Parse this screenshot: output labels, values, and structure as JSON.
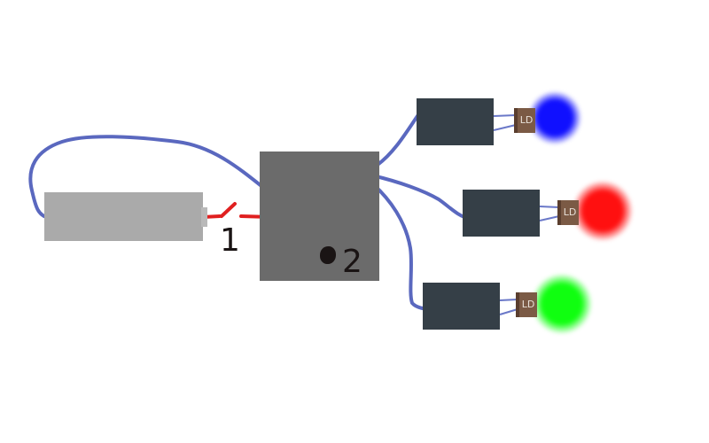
{
  "labels": {
    "switch": "1",
    "controller": "2",
    "led": "LD"
  },
  "colors": {
    "battery": "#aaaaaa",
    "battery_terminal": "#b9b9b9",
    "controller": "#6b6b6b",
    "module": "#353f47",
    "wire": "#5a68bf",
    "switch_wire": "#e02020",
    "led_cap": "#7b5a45",
    "led_cap_border": "#5a3e2e",
    "led_wire": "#6a78c8",
    "blue_light": "#1010ff",
    "red_light": "#ff1010",
    "green_light": "#10ff10",
    "ink": "#1a1414"
  }
}
